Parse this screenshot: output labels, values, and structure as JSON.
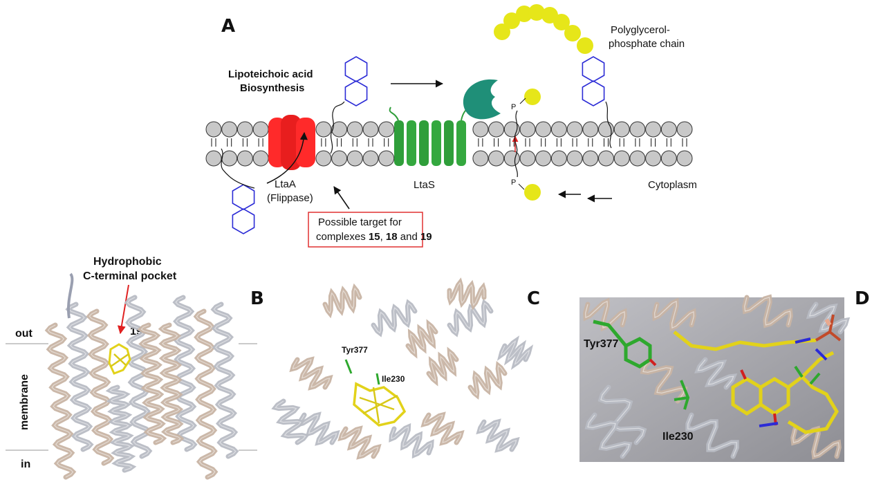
{
  "panels": {
    "a": {
      "letter": "A"
    },
    "b": {
      "letter": "B"
    },
    "c": {
      "letter": "C"
    },
    "d": {
      "letter": "D"
    }
  },
  "labels": {
    "lta_title_line1": "Lipoteichoic acid",
    "lta_title_line2": "Biosynthesis",
    "polyglycerol_line1": "Polyglycerol-",
    "polyglycerol_line2": "phosphate chain",
    "ltaa": "LtaA",
    "flippase": "(Flippase)",
    "ltas": "LtaS",
    "cytoplasm": "Cytoplasm",
    "p_top": "P",
    "p_bottom": "P",
    "target_line1": "Possible target for",
    "target_line2_prefix": "complexes ",
    "target_c15": "15",
    "target_sep1": ", ",
    "target_c18": "18",
    "target_sep2": " and ",
    "target_c19": "19",
    "pocket_line1": "Hydrophobic",
    "pocket_line2": "C-terminal pocket",
    "ligand_19": "19",
    "out": "out",
    "membrane": "membrane",
    "in": "in",
    "tyr377_c": "Tyr377",
    "ile230_c": "Ile230",
    "tyr377_d": "Tyr377",
    "ile230_d": "Ile230"
  },
  "colors": {
    "lipid_head": "#c8c8c8",
    "ltaa_red": "#ff2a2a",
    "ltas_green": "#2f9e3a",
    "enzyme_teal": "#1f8f78",
    "glycerol_yellow": "#e6e619",
    "ring_blue": "#2b2bd6",
    "target_box": "#e03030",
    "arrow_red": "#e02020",
    "protein_tan": "#c8b4a4",
    "protein_grey": "#b8bcc4",
    "ligand_yellow": "#e2d21a",
    "residue_green": "#2ea82e",
    "panel_d_bg": "#a8a8ac"
  }
}
